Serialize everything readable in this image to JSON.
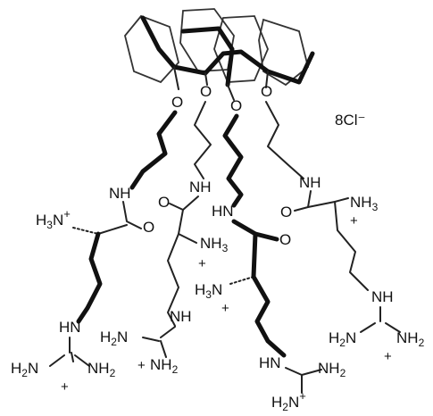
{
  "counterion": "8Cl⁻",
  "labels": {
    "o": "O",
    "nh": "NH",
    "hn": "HN",
    "h3n_plus": "H3N+",
    "nh3": "NH3",
    "plus": "+",
    "h2n": "H2N",
    "nh2": "NH2",
    "h2n_plus": "H2N+"
  }
}
